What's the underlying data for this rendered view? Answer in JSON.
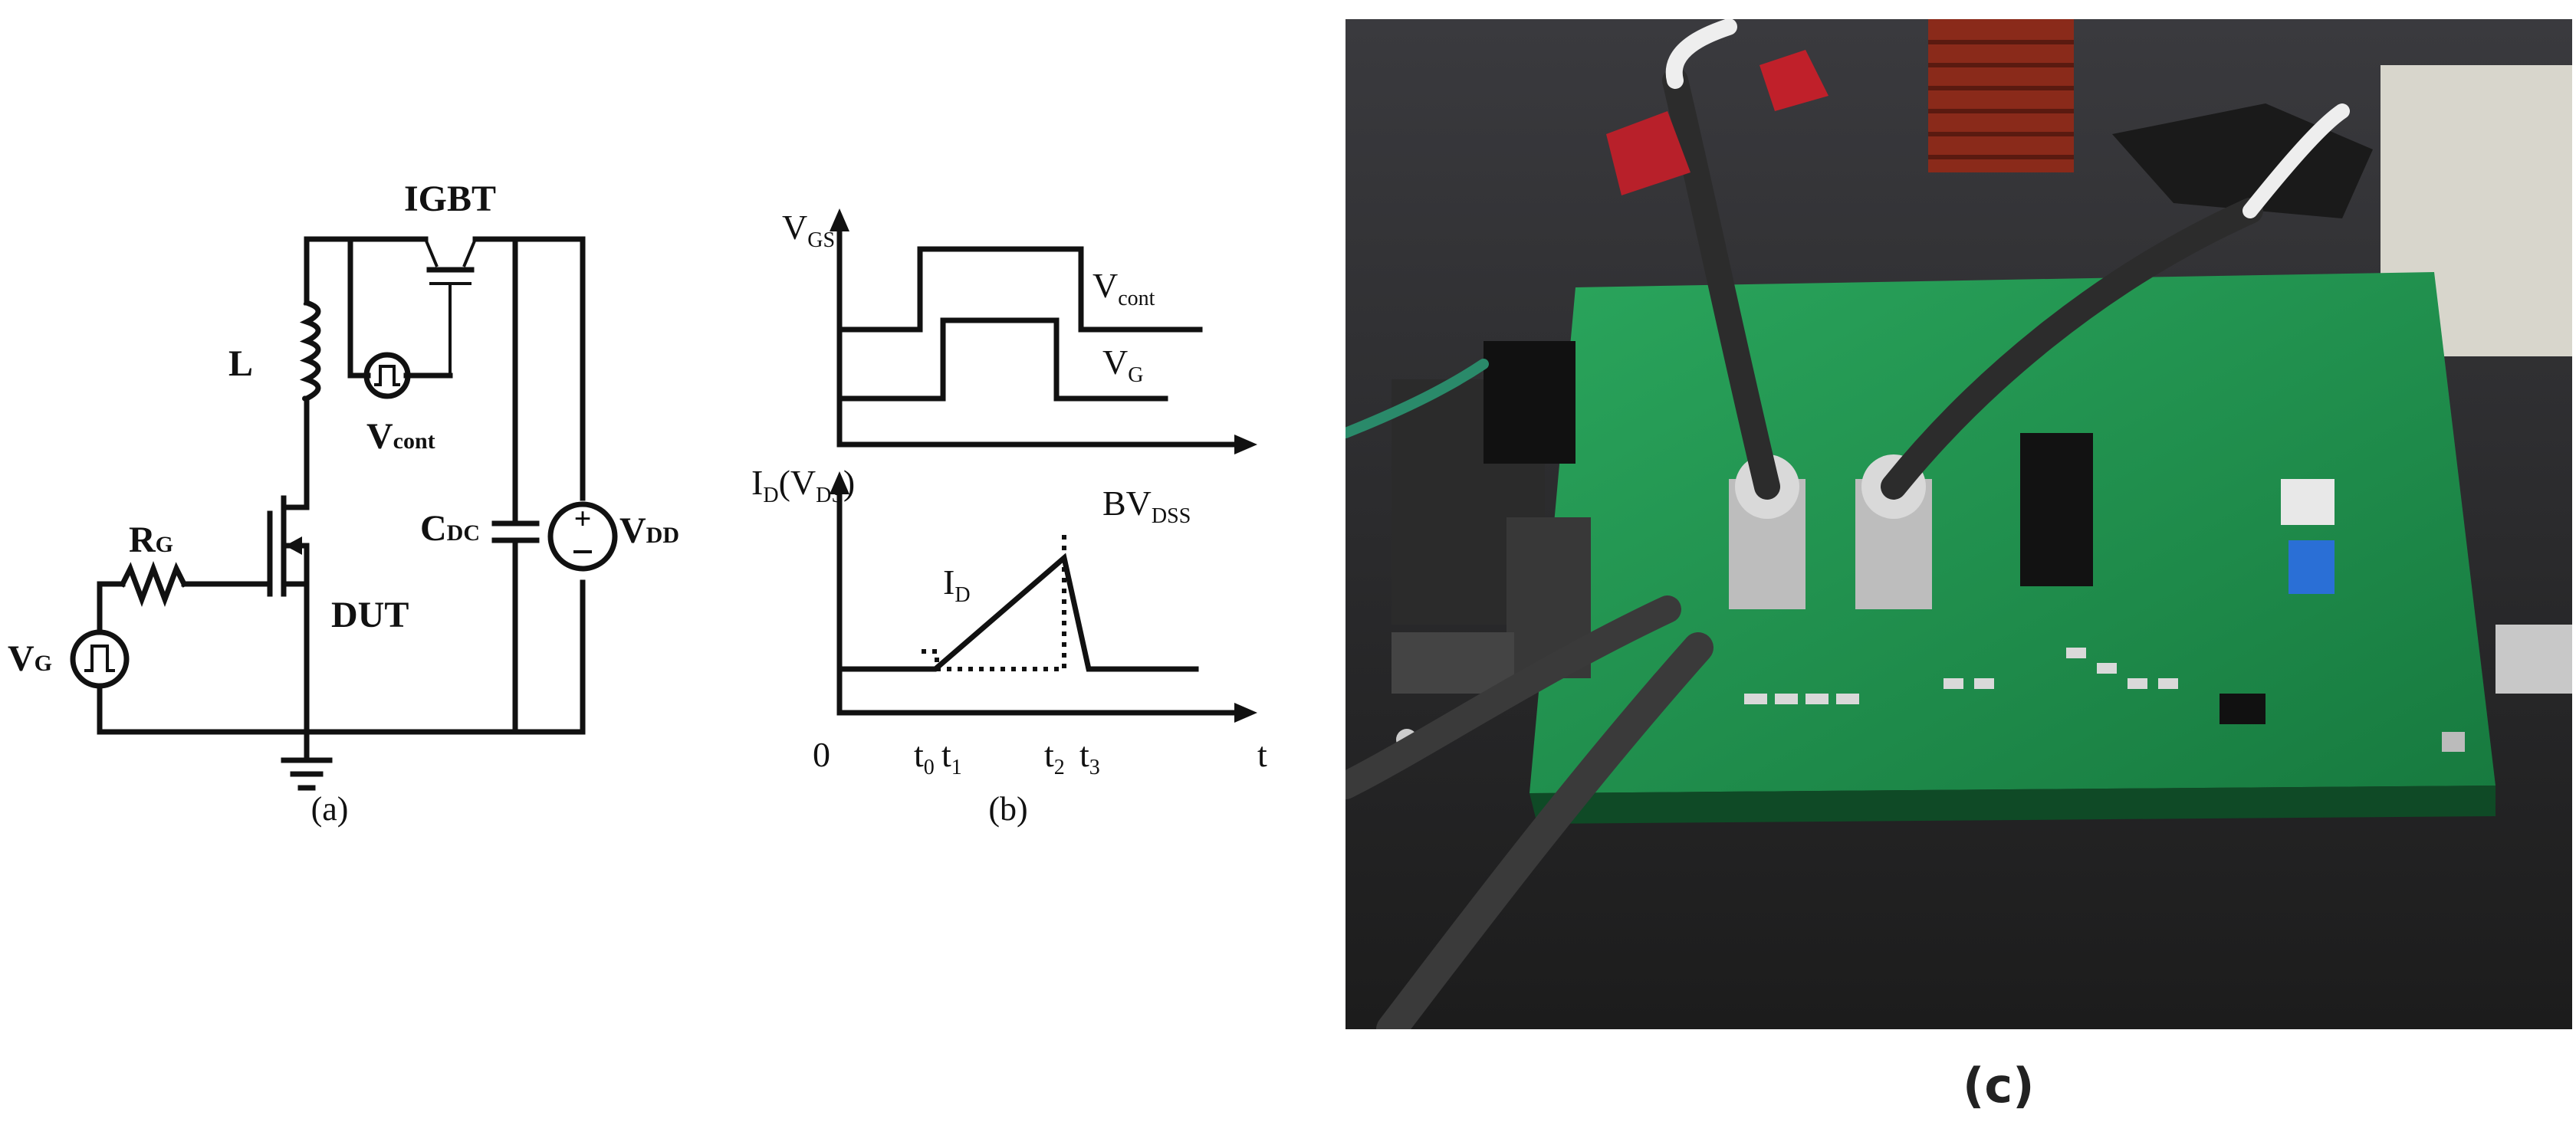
{
  "panel_a": {
    "caption": "(a)",
    "labels": {
      "igbt": "IGBT",
      "inductor": "L",
      "v_cont_main": "V",
      "v_cont_sub": "cont",
      "rg_main": "R",
      "rg_sub": "G",
      "cdc_main": "C",
      "cdc_sub": "DC",
      "vdd_main": "V",
      "vdd_sub": "DD",
      "dut": "DUT",
      "vg_main": "V",
      "vg_sub": "G"
    }
  },
  "panel_b": {
    "caption": "(b)",
    "top_axis_label_main": "V",
    "top_axis_label_sub": "GS",
    "vcont_main": "V",
    "vcont_sub": "cont",
    "vg_main": "V",
    "vg_sub": "G",
    "bottom_axis_label_a": "I",
    "bottom_axis_label_a_sub": "D",
    "bottom_axis_label_b": "(V",
    "bottom_axis_label_b_sub": "DS",
    "bottom_axis_label_c": ")",
    "bvdss_main": "BV",
    "bvdss_sub": "DSS",
    "id_main": "I",
    "id_sub": "D",
    "origin": "0",
    "t_label": "t",
    "ticks": [
      {
        "main": "t",
        "sub": "0"
      },
      {
        "main": "t",
        "sub": "1"
      },
      {
        "main": "t",
        "sub": "2"
      },
      {
        "main": "t",
        "sub": "3"
      }
    ]
  },
  "panel_c": {
    "caption": "(c)"
  },
  "colors": {
    "pcb": "#1f8a4c",
    "background": "#2a2a2a",
    "copper_coil": "#8a2a1a",
    "ink": "#111111"
  }
}
